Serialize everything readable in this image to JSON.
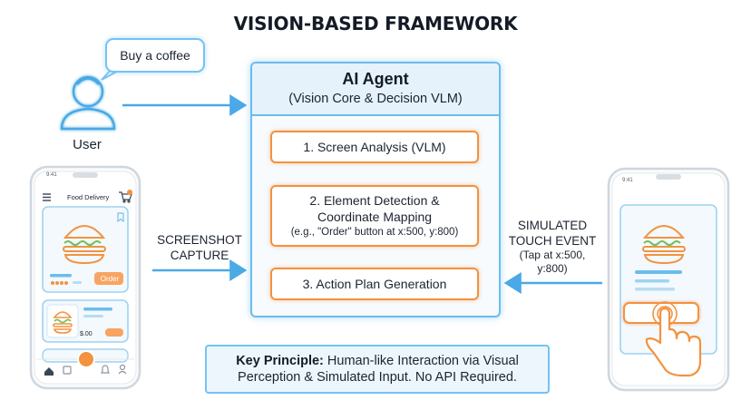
{
  "title": "VISION-BASED FRAMEWORK",
  "user": {
    "speech": "Buy a coffee",
    "label": "User"
  },
  "agent": {
    "title": "AI Agent",
    "subtitle": "(Vision Core & Decision VLM)",
    "steps": [
      {
        "label": "1. Screen Analysis (VLM)"
      },
      {
        "label_line1": "2. Element Detection &",
        "label_line2": "Coordinate Mapping",
        "detail": "(e.g., \"Order\" button at x:500, y:800)"
      },
      {
        "label": "3. Action Plan Generation"
      }
    ]
  },
  "left_label": {
    "line1": "SCREENSHOT",
    "line2": "CAPTURE"
  },
  "right_label": {
    "line1": "SIMULATED",
    "line2": "TOUCH EVENT",
    "line3": "(Tap at x:500,",
    "line4": "y:800)"
  },
  "principle": {
    "bold": "Key Principle:",
    "text": " Human-like Interaction via Visual Perception & Simulated Input. No API Required."
  },
  "left_phone": {
    "time": "9:41",
    "app_title": "Food Delivery",
    "order_label": "Order",
    "price": "$.00"
  },
  "right_phone": {
    "time": "9:41"
  },
  "colors": {
    "blue_accent": "#6cbcec",
    "orange_accent": "#f3923f",
    "header_fill": "#e5f2fc"
  },
  "icons": [
    "user-icon",
    "burger-icon",
    "hand-tap-icon",
    "menu-icon",
    "cart-icon",
    "bookmark-icon",
    "home-icon",
    "bell-icon",
    "profile-icon"
  ]
}
